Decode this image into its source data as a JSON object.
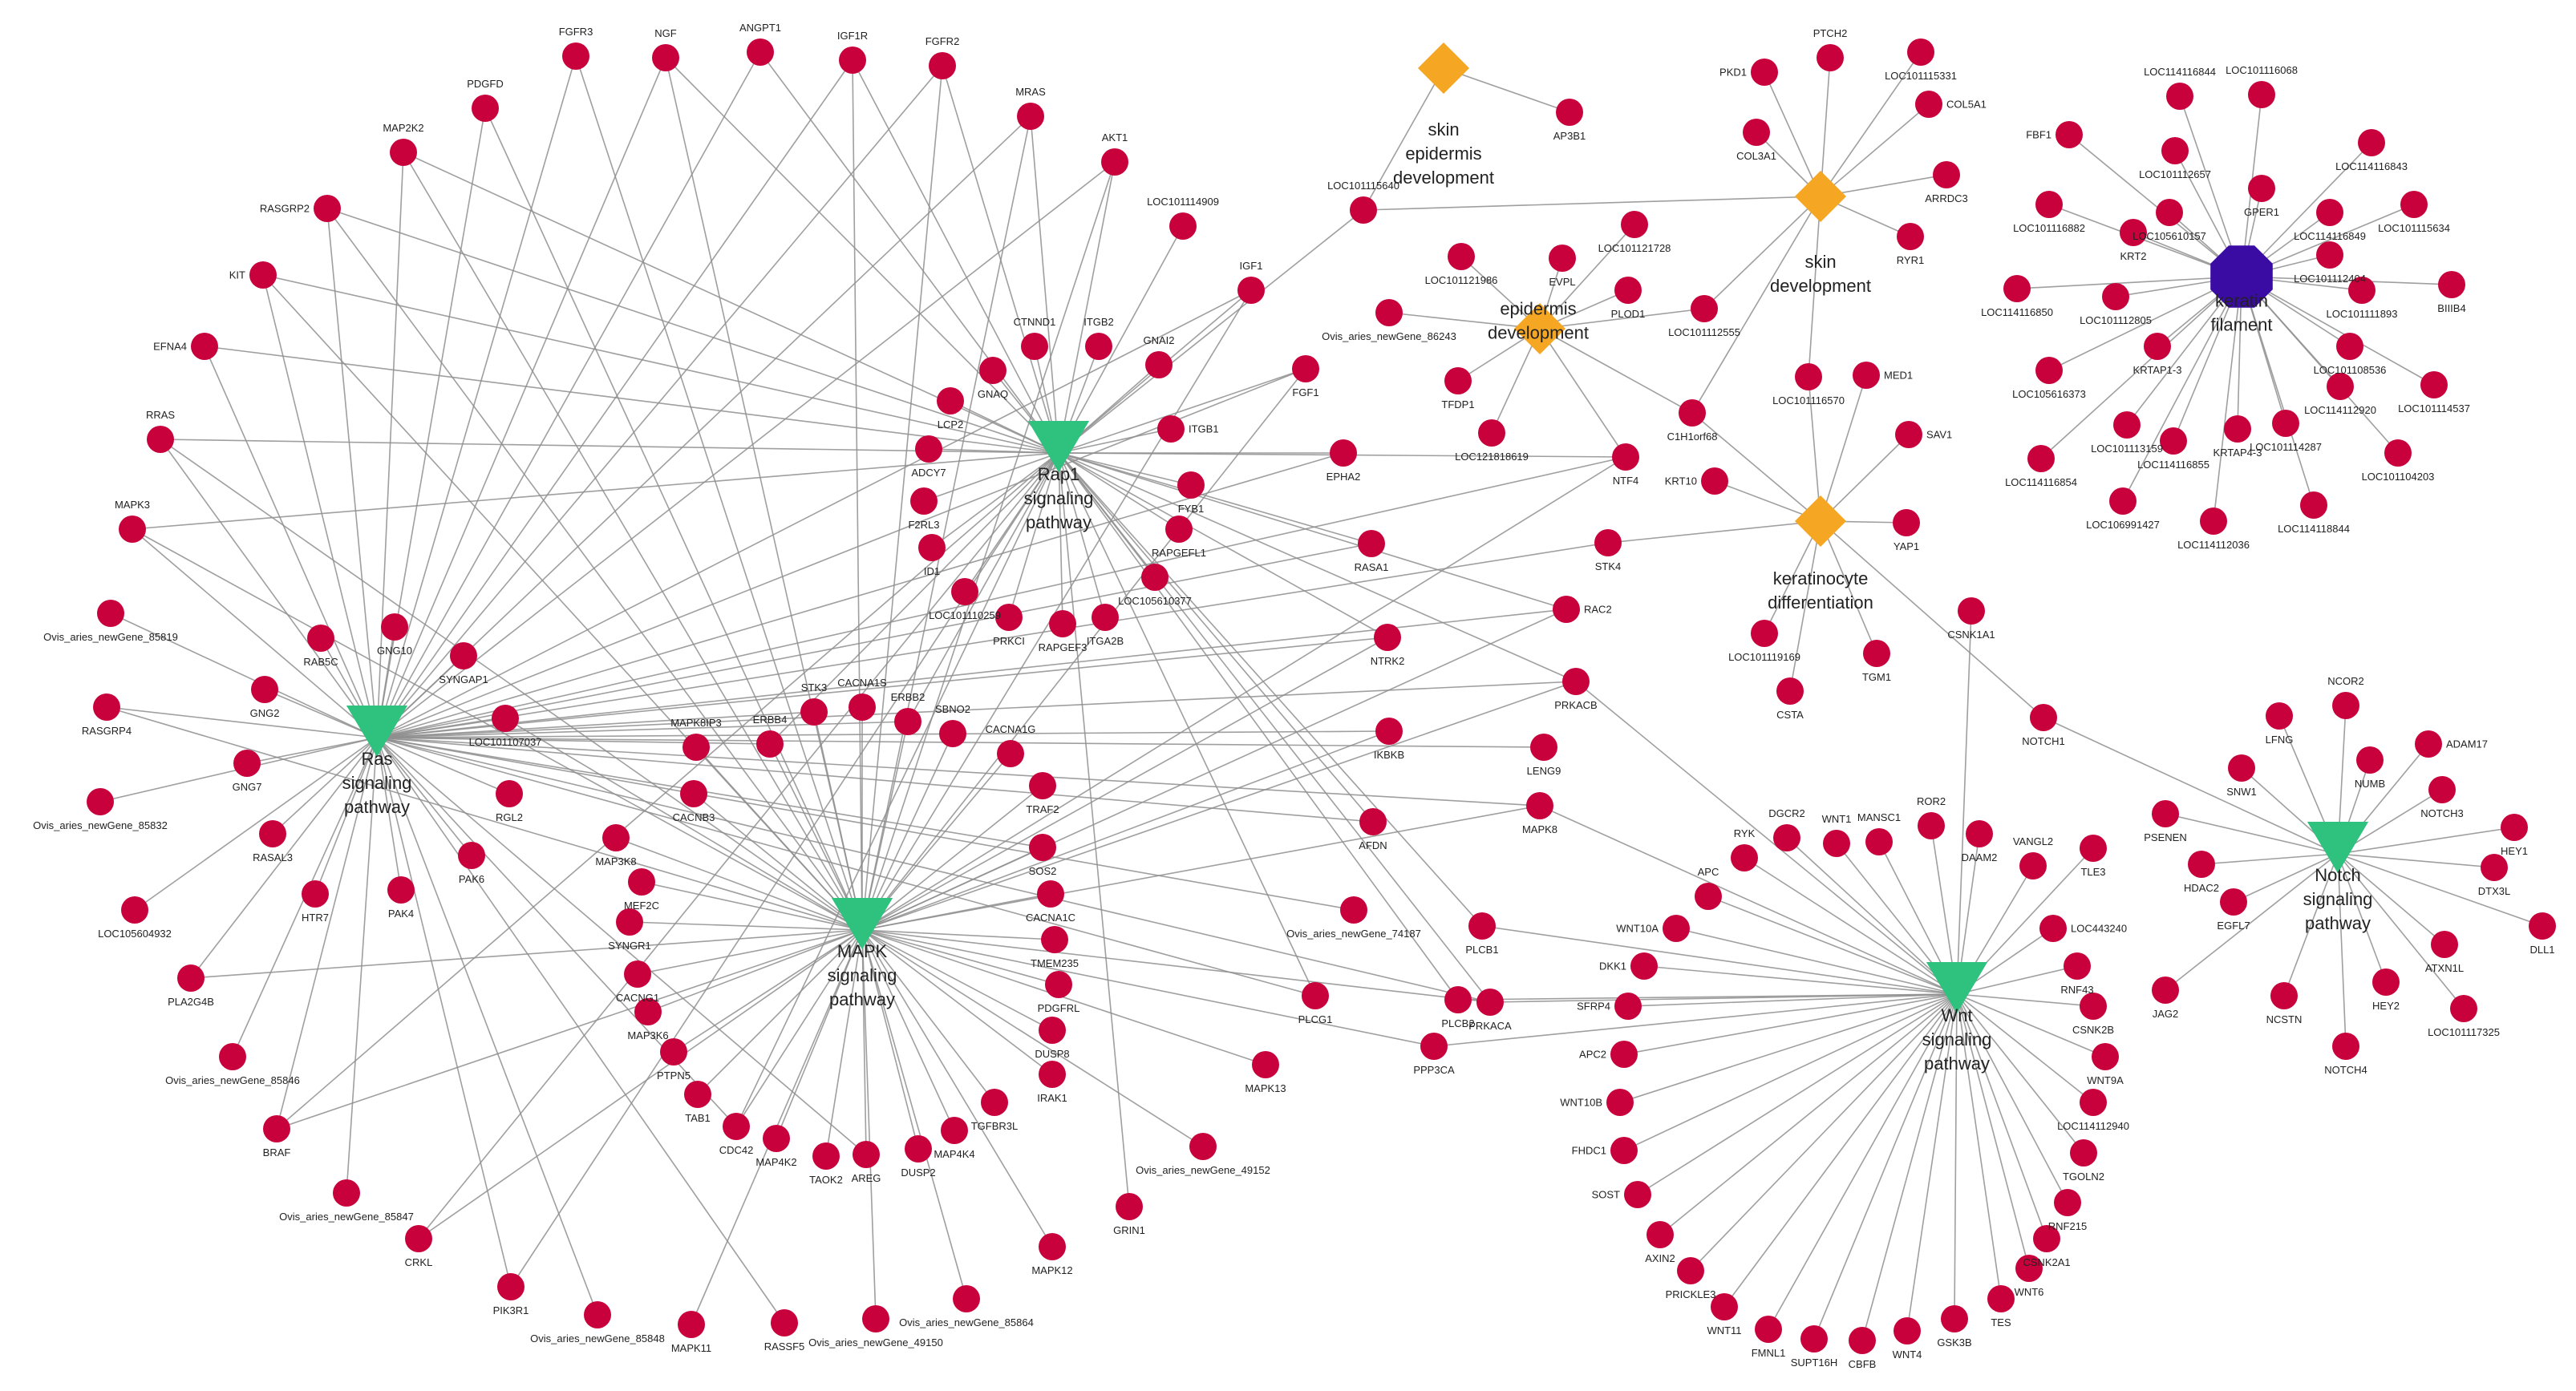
{
  "colors": {
    "gene": "#c8003c",
    "pathway": "#2ec27e",
    "go_term": "#f5a623",
    "cellular_component": "#3a0ca3",
    "edge": "#8e8e8e"
  },
  "legend": {
    "gene_shape": "circle",
    "pathway_shape": "down-triangle",
    "go_term_shape": "diamond",
    "cellular_component_shape": "octagon"
  },
  "hubs": [
    {
      "id": "ras",
      "label": "Ras\nsignaling\npathway",
      "kind": "pathway"
    },
    {
      "id": "mapk",
      "label": "MAPK\nsignaling\npathway",
      "kind": "pathway"
    },
    {
      "id": "rap1",
      "label": "Rap1\nsignaling\npathway",
      "kind": "pathway"
    },
    {
      "id": "wnt",
      "label": "Wnt\nsignaling\npathway",
      "kind": "pathway"
    },
    {
      "id": "notch",
      "label": "Notch\nsignaling\npathway",
      "kind": "pathway"
    },
    {
      "id": "skin_epi",
      "label": "skin\nepidermis\ndevelopment",
      "kind": "go"
    },
    {
      "id": "skin_dev",
      "label": "skin\ndevelopment",
      "kind": "go"
    },
    {
      "id": "epi_dev",
      "label": "epidermis\ndevelopment",
      "kind": "go"
    },
    {
      "id": "kerat",
      "label": "keratinocyte\ndifferentiation",
      "kind": "go"
    },
    {
      "id": "keratin",
      "label": "keratin\nfilament",
      "kind": "cc"
    }
  ],
  "genes": [
    {
      "id": "FGFR3",
      "hubs": [
        "ras",
        "mapk"
      ]
    },
    {
      "id": "NGF",
      "hubs": [
        "ras",
        "mapk",
        "rap1"
      ]
    },
    {
      "id": "ANGPT1",
      "hubs": [
        "ras",
        "rap1"
      ]
    },
    {
      "id": "IGF1R",
      "hubs": [
        "ras",
        "mapk",
        "rap1"
      ]
    },
    {
      "id": "FGFR2",
      "hubs": [
        "ras",
        "mapk",
        "rap1"
      ]
    },
    {
      "id": "MRAS",
      "hubs": [
        "ras",
        "mapk",
        "rap1"
      ]
    },
    {
      "id": "AKT1",
      "hubs": [
        "ras",
        "mapk",
        "rap1"
      ]
    },
    {
      "id": "PDGFD",
      "hubs": [
        "ras",
        "mapk"
      ]
    },
    {
      "id": "MAP2K2",
      "hubs": [
        "ras",
        "mapk",
        "rap1"
      ]
    },
    {
      "id": "RASGRP2",
      "hubs": [
        "ras",
        "mapk",
        "rap1"
      ]
    },
    {
      "id": "LOC101114909",
      "hubs": [
        "rap1"
      ]
    },
    {
      "id": "KIT",
      "hubs": [
        "ras",
        "mapk",
        "rap1"
      ]
    },
    {
      "id": "IGF1",
      "hubs": [
        "ras",
        "mapk",
        "rap1"
      ]
    },
    {
      "id": "EFNA4",
      "hubs": [
        "ras",
        "rap1"
      ]
    },
    {
      "id": "CTNND1",
      "hubs": [
        "rap1"
      ]
    },
    {
      "id": "ITGB2",
      "hubs": [
        "rap1"
      ]
    },
    {
      "id": "GNAI2",
      "hubs": [
        "rap1"
      ]
    },
    {
      "id": "GNAQ",
      "hubs": [
        "rap1"
      ]
    },
    {
      "id": "LCP2",
      "hubs": [
        "rap1"
      ]
    },
    {
      "id": "FGF1",
      "hubs": [
        "ras",
        "mapk",
        "rap1"
      ]
    },
    {
      "id": "RRAS",
      "hubs": [
        "ras",
        "mapk",
        "rap1"
      ]
    },
    {
      "id": "ADCY7",
      "hubs": [
        "rap1"
      ]
    },
    {
      "id": "ITGB1",
      "hubs": [
        "rap1"
      ]
    },
    {
      "id": "MAPK3",
      "hubs": [
        "ras",
        "mapk",
        "rap1"
      ]
    },
    {
      "id": "F2RL3",
      "hubs": [
        "rap1"
      ]
    },
    {
      "id": "FYB1",
      "hubs": [
        "rap1"
      ]
    },
    {
      "id": "EPHA2",
      "hubs": [
        "ras",
        "rap1"
      ]
    },
    {
      "id": "RAPGEFL1",
      "hubs": [
        "rap1"
      ]
    },
    {
      "id": "ID1",
      "hubs": [
        "rap1"
      ]
    },
    {
      "id": "LOC105610377",
      "hubs": [
        "rap1"
      ]
    },
    {
      "id": "LOC101110259",
      "hubs": [
        "rap1"
      ]
    },
    {
      "id": "RASA1",
      "hubs": [
        "ras",
        "rap1"
      ]
    },
    {
      "id": "Ovis_aries_newGene_85819",
      "hubs": [
        "ras"
      ]
    },
    {
      "id": "RAB5C",
      "hubs": [
        "ras"
      ]
    },
    {
      "id": "GNG10",
      "hubs": [
        "ras"
      ]
    },
    {
      "id": "PRKCI",
      "hubs": [
        "rap1"
      ]
    },
    {
      "id": "RAPGEF3",
      "hubs": [
        "rap1"
      ]
    },
    {
      "id": "ITGA2B",
      "hubs": [
        "rap1"
      ]
    },
    {
      "id": "SYNGAP1",
      "hubs": [
        "ras"
      ]
    },
    {
      "id": "NTRK2",
      "hubs": [
        "ras",
        "mapk",
        "rap1"
      ]
    },
    {
      "id": "GNG2",
      "hubs": [
        "ras"
      ]
    },
    {
      "id": "RASGRP4",
      "hubs": [
        "ras",
        "mapk"
      ]
    },
    {
      "id": "LOC101107037",
      "hubs": [
        "ras",
        "mapk"
      ]
    },
    {
      "id": "STK3",
      "hubs": [
        "ras",
        "mapk"
      ]
    },
    {
      "id": "CACNA1S",
      "hubs": [
        "mapk"
      ]
    },
    {
      "id": "ERBB4",
      "hubs": [
        "ras",
        "mapk",
        "rap1"
      ]
    },
    {
      "id": "ERBB2",
      "hubs": [
        "ras",
        "mapk",
        "rap1"
      ]
    },
    {
      "id": "SBNO2",
      "hubs": [
        "mapk"
      ]
    },
    {
      "id": "MAPK8IP3",
      "hubs": [
        "mapk"
      ]
    },
    {
      "id": "PRKACB",
      "hubs": [
        "ras",
        "mapk",
        "rap1",
        "wnt"
      ]
    },
    {
      "id": "GNG7",
      "hubs": [
        "ras"
      ]
    },
    {
      "id": "IKBKB",
      "hubs": [
        "ras",
        "mapk"
      ]
    },
    {
      "id": "CACNA1G",
      "hubs": [
        "mapk"
      ]
    },
    {
      "id": "CACNB3",
      "hubs": [
        "mapk"
      ]
    },
    {
      "id": "RGL2",
      "hubs": [
        "ras"
      ]
    },
    {
      "id": "TRAF2",
      "hubs": [
        "mapk"
      ]
    },
    {
      "id": "Ovis_aries_newGene_85832",
      "hubs": [
        "ras"
      ]
    },
    {
      "id": "LENG9",
      "hubs": [
        "ras"
      ]
    },
    {
      "id": "MAPK8",
      "hubs": [
        "ras",
        "mapk",
        "wnt"
      ]
    },
    {
      "id": "RASAL3",
      "hubs": [
        "ras"
      ]
    },
    {
      "id": "MAP3K8",
      "hubs": [
        "mapk"
      ]
    },
    {
      "id": "SOS2",
      "hubs": [
        "ras",
        "mapk"
      ]
    },
    {
      "id": "AFDN",
      "hubs": [
        "ras",
        "rap1"
      ]
    },
    {
      "id": "PAK6",
      "hubs": [
        "ras"
      ]
    },
    {
      "id": "MEF2C",
      "hubs": [
        "mapk"
      ]
    },
    {
      "id": "HTR7",
      "hubs": [
        "ras"
      ]
    },
    {
      "id": "PAK4",
      "hubs": [
        "ras"
      ]
    },
    {
      "id": "CACNA1C",
      "hubs": [
        "mapk"
      ]
    },
    {
      "id": "LOC105604932",
      "hubs": [
        "ras"
      ]
    },
    {
      "id": "SYNGR1",
      "hubs": [
        "mapk"
      ]
    },
    {
      "id": "Ovis_aries_newGene_74187",
      "hubs": [
        "ras"
      ]
    },
    {
      "id": "TMEM235",
      "hubs": [
        "mapk"
      ]
    },
    {
      "id": "PLCB1",
      "hubs": [
        "rap1",
        "wnt"
      ]
    },
    {
      "id": "CACNG1",
      "hubs": [
        "mapk"
      ]
    },
    {
      "id": "PLA2G4B",
      "hubs": [
        "ras",
        "mapk"
      ]
    },
    {
      "id": "PDGFRL",
      "hubs": [
        "mapk"
      ]
    },
    {
      "id": "MAP3K6",
      "hubs": [
        "mapk"
      ]
    },
    {
      "id": "PLCB2",
      "hubs": [
        "rap1",
        "wnt"
      ]
    },
    {
      "id": "PLCG1",
      "hubs": [
        "ras",
        "rap1"
      ]
    },
    {
      "id": "PRKACA",
      "hubs": [
        "ras",
        "mapk",
        "rap1",
        "wnt"
      ]
    },
    {
      "id": "DUSP8",
      "hubs": [
        "mapk"
      ]
    },
    {
      "id": "PTPN5",
      "hubs": [
        "mapk"
      ]
    },
    {
      "id": "Ovis_aries_newGene_85846",
      "hubs": [
        "ras"
      ]
    },
    {
      "id": "PPP3CA",
      "hubs": [
        "mapk",
        "wnt"
      ]
    },
    {
      "id": "TAB1",
      "hubs": [
        "mapk"
      ]
    },
    {
      "id": "IRAK1",
      "hubs": [
        "mapk"
      ]
    },
    {
      "id": "TGFBR3L",
      "hubs": [
        "mapk"
      ]
    },
    {
      "id": "MAPK13",
      "hubs": [
        "mapk"
      ]
    },
    {
      "id": "CDC42",
      "hubs": [
        "ras",
        "mapk",
        "rap1"
      ]
    },
    {
      "id": "BRAF",
      "hubs": [
        "ras",
        "mapk",
        "rap1"
      ]
    },
    {
      "id": "MAP4K2",
      "hubs": [
        "mapk"
      ]
    },
    {
      "id": "MAP4K4",
      "hubs": [
        "mapk"
      ]
    },
    {
      "id": "Ovis_aries_newGene_49152",
      "hubs": [
        "mapk"
      ]
    },
    {
      "id": "TAOK2",
      "hubs": [
        "mapk"
      ]
    },
    {
      "id": "AREG",
      "hubs": [
        "ras",
        "mapk"
      ]
    },
    {
      "id": "DUSP2",
      "hubs": [
        "mapk"
      ]
    },
    {
      "id": "GRIN1",
      "hubs": [
        "rap1"
      ]
    },
    {
      "id": "Ovis_aries_newGene_85847",
      "hubs": [
        "ras"
      ]
    },
    {
      "id": "CRKL",
      "hubs": [
        "mapk",
        "rap1"
      ]
    },
    {
      "id": "MAPK12",
      "hubs": [
        "mapk"
      ]
    },
    {
      "id": "PIK3R1",
      "hubs": [
        "ras",
        "rap1"
      ]
    },
    {
      "id": "Ovis_aries_newGene_85864",
      "hubs": [
        "mapk"
      ]
    },
    {
      "id": "Ovis_aries_newGene_85848",
      "hubs": [
        "ras"
      ]
    },
    {
      "id": "RASSF5",
      "hubs": [
        "ras"
      ]
    },
    {
      "id": "Ovis_aries_newGene_49150",
      "hubs": [
        "mapk"
      ]
    },
    {
      "id": "MAPK11",
      "hubs": [
        "mapk"
      ]
    },
    {
      "id": "AP3B1",
      "hubs": [
        "skin_epi"
      ]
    },
    {
      "id": "LOC101115640",
      "hubs": [
        "skin_epi",
        "skin_dev",
        "rap1"
      ]
    },
    {
      "id": "PTCH2",
      "hubs": [
        "skin_dev"
      ]
    },
    {
      "id": "PKD1",
      "hubs": [
        "skin_dev"
      ]
    },
    {
      "id": "LOC101115331",
      "hubs": [
        "skin_dev"
      ]
    },
    {
      "id": "COL5A1",
      "hubs": [
        "skin_dev"
      ]
    },
    {
      "id": "COL3A1",
      "hubs": [
        "skin_dev"
      ]
    },
    {
      "id": "ARRDC3",
      "hubs": [
        "skin_dev"
      ]
    },
    {
      "id": "RYR1",
      "hubs": [
        "skin_dev"
      ]
    },
    {
      "id": "LOC101121986",
      "hubs": [
        "epi_dev"
      ]
    },
    {
      "id": "LOC101121728",
      "hubs": [
        "epi_dev"
      ]
    },
    {
      "id": "EVPL",
      "hubs": [
        "epi_dev"
      ]
    },
    {
      "id": "PLOD1",
      "hubs": [
        "epi_dev"
      ]
    },
    {
      "id": "LOC101112555",
      "hubs": [
        "skin_dev",
        "epi_dev"
      ]
    },
    {
      "id": "Ovis_aries_newGene_86243",
      "hubs": [
        "epi_dev"
      ]
    },
    {
      "id": "TFDP1",
      "hubs": [
        "epi_dev"
      ]
    },
    {
      "id": "LOC101116570",
      "hubs": [
        "skin_dev",
        "kerat"
      ]
    },
    {
      "id": "LOC121818619",
      "hubs": [
        "epi_dev"
      ]
    },
    {
      "id": "C1H1orf68",
      "hubs": [
        "epi_dev",
        "skin_dev",
        "kerat"
      ]
    },
    {
      "id": "NTF4",
      "hubs": [
        "epi_dev",
        "ras",
        "mapk",
        "rap1"
      ]
    },
    {
      "id": "KRT10",
      "hubs": [
        "kerat"
      ]
    },
    {
      "id": "MED1",
      "hubs": [
        "kerat"
      ]
    },
    {
      "id": "SAV1",
      "hubs": [
        "kerat"
      ]
    },
    {
      "id": "YAP1",
      "hubs": [
        "kerat"
      ]
    },
    {
      "id": "STK4",
      "hubs": [
        "kerat",
        "ras"
      ]
    },
    {
      "id": "LOC101119169",
      "hubs": [
        "kerat"
      ]
    },
    {
      "id": "TGM1",
      "hubs": [
        "kerat"
      ]
    },
    {
      "id": "CSTA",
      "hubs": [
        "kerat"
      ]
    },
    {
      "id": "RAC2",
      "hubs": [
        "rap1",
        "mapk",
        "ras"
      ]
    },
    {
      "id": "CSNK1A1",
      "hubs": [
        "wnt"
      ]
    },
    {
      "id": "NOTCH1",
      "hubs": [
        "notch",
        "kerat"
      ]
    },
    {
      "id": "FBF1",
      "hubs": [
        "keratin"
      ]
    },
    {
      "id": "LOC114116844",
      "hubs": [
        "keratin"
      ]
    },
    {
      "id": "LOC101116068",
      "hubs": [
        "keratin"
      ]
    },
    {
      "id": "LOC101112657",
      "hubs": [
        "keratin"
      ]
    },
    {
      "id": "GPER1",
      "hubs": [
        "keratin"
      ]
    },
    {
      "id": "LOC114116843",
      "hubs": [
        "keratin"
      ]
    },
    {
      "id": "LOC101116882",
      "hubs": [
        "keratin"
      ]
    },
    {
      "id": "LOC105610157",
      "hubs": [
        "keratin"
      ]
    },
    {
      "id": "LOC114116849",
      "hubs": [
        "keratin"
      ]
    },
    {
      "id": "LOC101115634",
      "hubs": [
        "keratin"
      ]
    },
    {
      "id": "KRT2",
      "hubs": [
        "keratin"
      ]
    },
    {
      "id": "LOC101112404",
      "hubs": [
        "keratin"
      ]
    },
    {
      "id": "LOC114116850",
      "hubs": [
        "keratin"
      ]
    },
    {
      "id": "LOC101112805",
      "hubs": [
        "keratin"
      ]
    },
    {
      "id": "LOC101111893",
      "hubs": [
        "keratin"
      ]
    },
    {
      "id": "BIIIB4",
      "hubs": [
        "keratin"
      ]
    },
    {
      "id": "KRTAP1-3",
      "hubs": [
        "keratin"
      ]
    },
    {
      "id": "LOC101108536",
      "hubs": [
        "keratin"
      ]
    },
    {
      "id": "LOC105616373",
      "hubs": [
        "keratin"
      ]
    },
    {
      "id": "LOC101113159",
      "hubs": [
        "keratin"
      ]
    },
    {
      "id": "LOC114112920",
      "hubs": [
        "keratin"
      ]
    },
    {
      "id": "LOC101114537",
      "hubs": [
        "keratin"
      ]
    },
    {
      "id": "LOC114116855",
      "hubs": [
        "keratin"
      ]
    },
    {
      "id": "KRTAP4-3",
      "hubs": [
        "keratin"
      ]
    },
    {
      "id": "LOC101114287",
      "hubs": [
        "keratin"
      ]
    },
    {
      "id": "LOC114116854",
      "hubs": [
        "keratin"
      ]
    },
    {
      "id": "LOC101104203",
      "hubs": [
        "keratin"
      ]
    },
    {
      "id": "LOC106991427",
      "hubs": [
        "keratin"
      ]
    },
    {
      "id": "LOC114112036",
      "hubs": [
        "keratin"
      ]
    },
    {
      "id": "LOC114118844",
      "hubs": [
        "keratin"
      ]
    },
    {
      "id": "DGCR2",
      "hubs": [
        "wnt"
      ]
    },
    {
      "id": "WNT1",
      "hubs": [
        "wnt"
      ]
    },
    {
      "id": "MANSC1",
      "hubs": [
        "wnt"
      ]
    },
    {
      "id": "ROR2",
      "hubs": [
        "wnt"
      ]
    },
    {
      "id": "DAAM2",
      "hubs": [
        "wnt"
      ]
    },
    {
      "id": "RYK",
      "hubs": [
        "wnt"
      ]
    },
    {
      "id": "TLE3",
      "hubs": [
        "wnt"
      ]
    },
    {
      "id": "VANGL2",
      "hubs": [
        "wnt"
      ]
    },
    {
      "id": "APC",
      "hubs": [
        "wnt"
      ]
    },
    {
      "id": "WNT10A",
      "hubs": [
        "wnt"
      ]
    },
    {
      "id": "LOC443240",
      "hubs": [
        "wnt"
      ]
    },
    {
      "id": "RNF43",
      "hubs": [
        "wnt"
      ]
    },
    {
      "id": "DKK1",
      "hubs": [
        "wnt"
      ]
    },
    {
      "id": "CSNK2B",
      "hubs": [
        "wnt"
      ]
    },
    {
      "id": "SFRP4",
      "hubs": [
        "wnt"
      ]
    },
    {
      "id": "WNT9A",
      "hubs": [
        "wnt"
      ]
    },
    {
      "id": "APC2",
      "hubs": [
        "wnt"
      ]
    },
    {
      "id": "LOC114112940",
      "hubs": [
        "wnt"
      ]
    },
    {
      "id": "WNT10B",
      "hubs": [
        "wnt"
      ]
    },
    {
      "id": "TGOLN2",
      "hubs": [
        "wnt"
      ]
    },
    {
      "id": "FHDC1",
      "hubs": [
        "wnt"
      ]
    },
    {
      "id": "RNF215",
      "hubs": [
        "wnt"
      ]
    },
    {
      "id": "SOST",
      "hubs": [
        "wnt"
      ]
    },
    {
      "id": "CSNK2A1",
      "hubs": [
        "wnt"
      ]
    },
    {
      "id": "AXIN2",
      "hubs": [
        "wnt"
      ]
    },
    {
      "id": "WNT6",
      "hubs": [
        "wnt"
      ]
    },
    {
      "id": "PRICKLE3",
      "hubs": [
        "wnt"
      ]
    },
    {
      "id": "TES",
      "hubs": [
        "wnt"
      ]
    },
    {
      "id": "WNT11",
      "hubs": [
        "wnt"
      ]
    },
    {
      "id": "GSK3B",
      "hubs": [
        "wnt"
      ]
    },
    {
      "id": "FMNL1",
      "hubs": [
        "wnt"
      ]
    },
    {
      "id": "WNT4",
      "hubs": [
        "wnt"
      ]
    },
    {
      "id": "SUPT16H",
      "hubs": [
        "wnt"
      ]
    },
    {
      "id": "CBFB",
      "hubs": [
        "wnt"
      ]
    },
    {
      "id": "NCOR2",
      "hubs": [
        "notch"
      ]
    },
    {
      "id": "LFNG",
      "hubs": [
        "notch"
      ]
    },
    {
      "id": "ADAM17",
      "hubs": [
        "notch"
      ]
    },
    {
      "id": "NUMB",
      "hubs": [
        "notch"
      ]
    },
    {
      "id": "SNW1",
      "hubs": [
        "notch"
      ]
    },
    {
      "id": "NOTCH3",
      "hubs": [
        "notch"
      ]
    },
    {
      "id": "PSENEN",
      "hubs": [
        "notch"
      ]
    },
    {
      "id": "HEY1",
      "hubs": [
        "notch"
      ]
    },
    {
      "id": "HDAC2",
      "hubs": [
        "notch"
      ]
    },
    {
      "id": "DTX3L",
      "hubs": [
        "notch"
      ]
    },
    {
      "id": "EGFL7",
      "hubs": [
        "notch"
      ]
    },
    {
      "id": "DLL1",
      "hubs": [
        "notch"
      ]
    },
    {
      "id": "ATXN1L",
      "hubs": [
        "notch"
      ]
    },
    {
      "id": "HEY2",
      "hubs": [
        "notch"
      ]
    },
    {
      "id": "JAG2",
      "hubs": [
        "notch"
      ]
    },
    {
      "id": "NCSTN",
      "hubs": [
        "notch"
      ]
    },
    {
      "id": "LOC101117325",
      "hubs": [
        "notch"
      ]
    },
    {
      "id": "NOTCH4",
      "hubs": [
        "notch"
      ]
    }
  ]
}
